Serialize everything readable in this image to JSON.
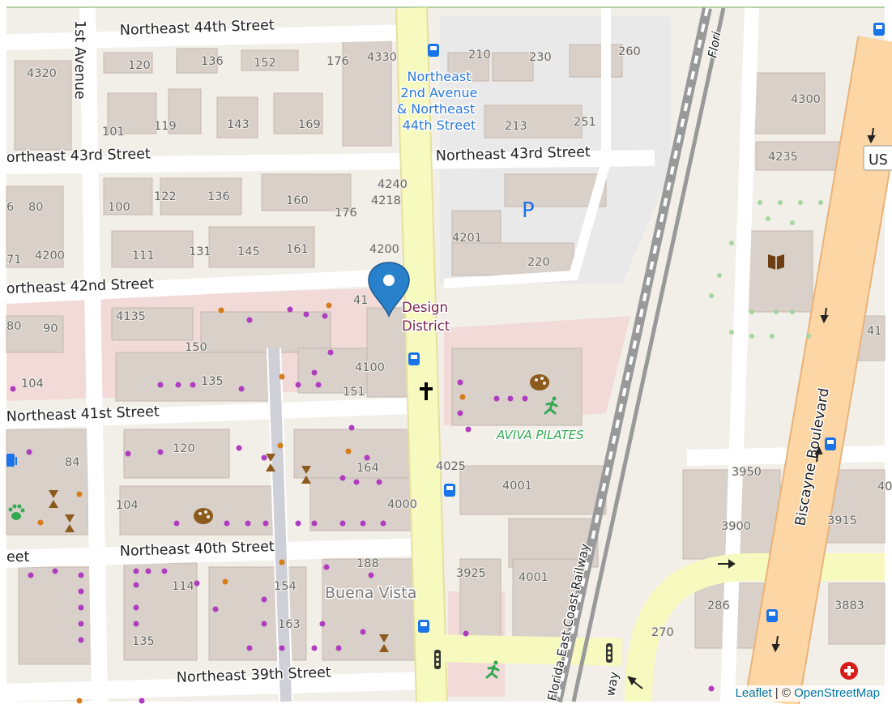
{
  "map": {
    "streets": {
      "ne_44th": "Northeast 44th Street",
      "ne_43rd_left": "ortheast 43rd Street",
      "ne_43rd_right": "Northeast 43rd Street",
      "ne_42nd": "ortheast 42nd Street",
      "ne_41st": "Northeast 41st Street",
      "ne_40th": "Northeast 40th Street",
      "ne_40th_left": "eet",
      "ne_39th": "Northeast 39th Street",
      "first_ave": "1st Avenue",
      "biscayne": "Biscayne Boulevard",
      "florida_rail": "Florida East Coast Railway",
      "rail_top": "Flori",
      "rail_bottom": "way",
      "us_shield": "US"
    },
    "bus_stop_label": [
      "Northeast",
      "2nd Avenue",
      "& Northeast",
      "44th Street"
    ],
    "places": {
      "design_district_1": "Design",
      "design_district_2": "District",
      "aviva_pilates": "AVIVA PILATES",
      "buena_vista": "Buena Vista",
      "parking": "P"
    },
    "house_numbers": {
      "n4320": "4320",
      "n120a": "120",
      "n136a": "136",
      "n152": "152",
      "n176a": "176",
      "n4330": "4330",
      "n210": "210",
      "n230": "230",
      "n260": "260",
      "n101": "101",
      "n119": "119",
      "n143": "143",
      "n169": "169",
      "n213": "213",
      "n251": "251",
      "n4300": "4300",
      "n4235": "4235",
      "n80": "80",
      "n6": "6",
      "n100": "100",
      "n122": "122",
      "n136b": "136",
      "n160": "160",
      "n176b": "176",
      "n4240": "4240",
      "n4218": "4218",
      "n4200a": "4200",
      "n4200b": "4200",
      "n71": "71",
      "n111": "111",
      "n131": "131",
      "n145": "145",
      "n161": "161",
      "n4201": "4201",
      "n220": "220",
      "n4135": "4135",
      "n80b": "80",
      "n90": "90",
      "n41": "41",
      "n150": "150",
      "n135a": "135",
      "n4100": "4100",
      "n151": "151",
      "n104a": "104",
      "n41b": "41",
      "n120b": "120",
      "n84": "84",
      "n164": "164",
      "n4025": "4025",
      "n4001a": "4001",
      "n104b": "104",
      "n4000": "4000",
      "n3950": "3950",
      "n3900": "3900",
      "n3915": "3915",
      "n40": "40",
      "n188": "188",
      "n114": "114",
      "n154": "154",
      "n3925": "3925",
      "n4001b": "4001",
      "n163": "163",
      "n135b": "135",
      "n286": "286",
      "n3883": "3883",
      "n270": "270"
    },
    "icons": [
      "bus-stop-icon",
      "map-marker-icon",
      "church-cross-icon",
      "art-palette-icon",
      "fitness-runner-icon",
      "library-book-icon",
      "charging-station-icon",
      "paw-dog-park-icon",
      "hospital-icon",
      "traffic-signal-icon",
      "hourglass-icon",
      "one-way-arrow-icon"
    ],
    "colors": {
      "background": "#f2efe9",
      "building": "#d9d0c9",
      "major_road": "#f7fabf",
      "trunk_road": "#fcd6a4",
      "commercial": "#f2dad9",
      "parking": "#eeeeee",
      "marker": "#2a81cb",
      "bus": "#1a73e8"
    }
  },
  "attribution": {
    "leaflet": "Leaflet",
    "separator": "| ©",
    "osm": "OpenStreetMap"
  }
}
